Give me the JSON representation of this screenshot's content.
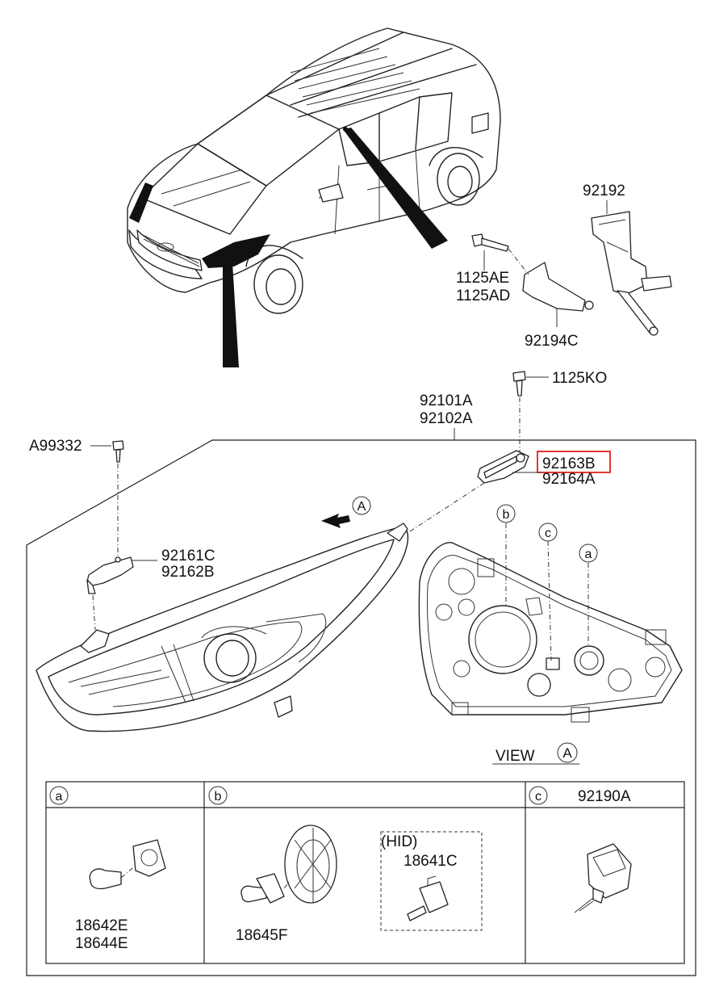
{
  "labels": {
    "p92192": "92192",
    "p1125AE": "1125AE",
    "p1125AD": "1125AD",
    "p92194C": "92194C",
    "p1125KO": "1125KO",
    "p92101A": "92101A",
    "p92102A": "92102A",
    "pA99332": "A99332",
    "p92163B": "92163B",
    "p92164A": "92164A",
    "p92161C": "92161C",
    "p92162B": "92162B",
    "view": "VIEW",
    "viewRef": "A",
    "arrowRef": "A",
    "callout_a": "a",
    "callout_b": "b",
    "callout_c": "c"
  },
  "highlight": {
    "part": "92163B",
    "color": "#e02020"
  },
  "table": {
    "cells": [
      {
        "key": "a",
        "title": "",
        "parts": [
          "18642E",
          "18644E"
        ]
      },
      {
        "key": "b",
        "title": "",
        "parts": [
          "18645F"
        ],
        "hid_label": "(HID)",
        "hid_part": "18641C"
      },
      {
        "key": "c",
        "title": "92190A",
        "parts": []
      }
    ]
  }
}
